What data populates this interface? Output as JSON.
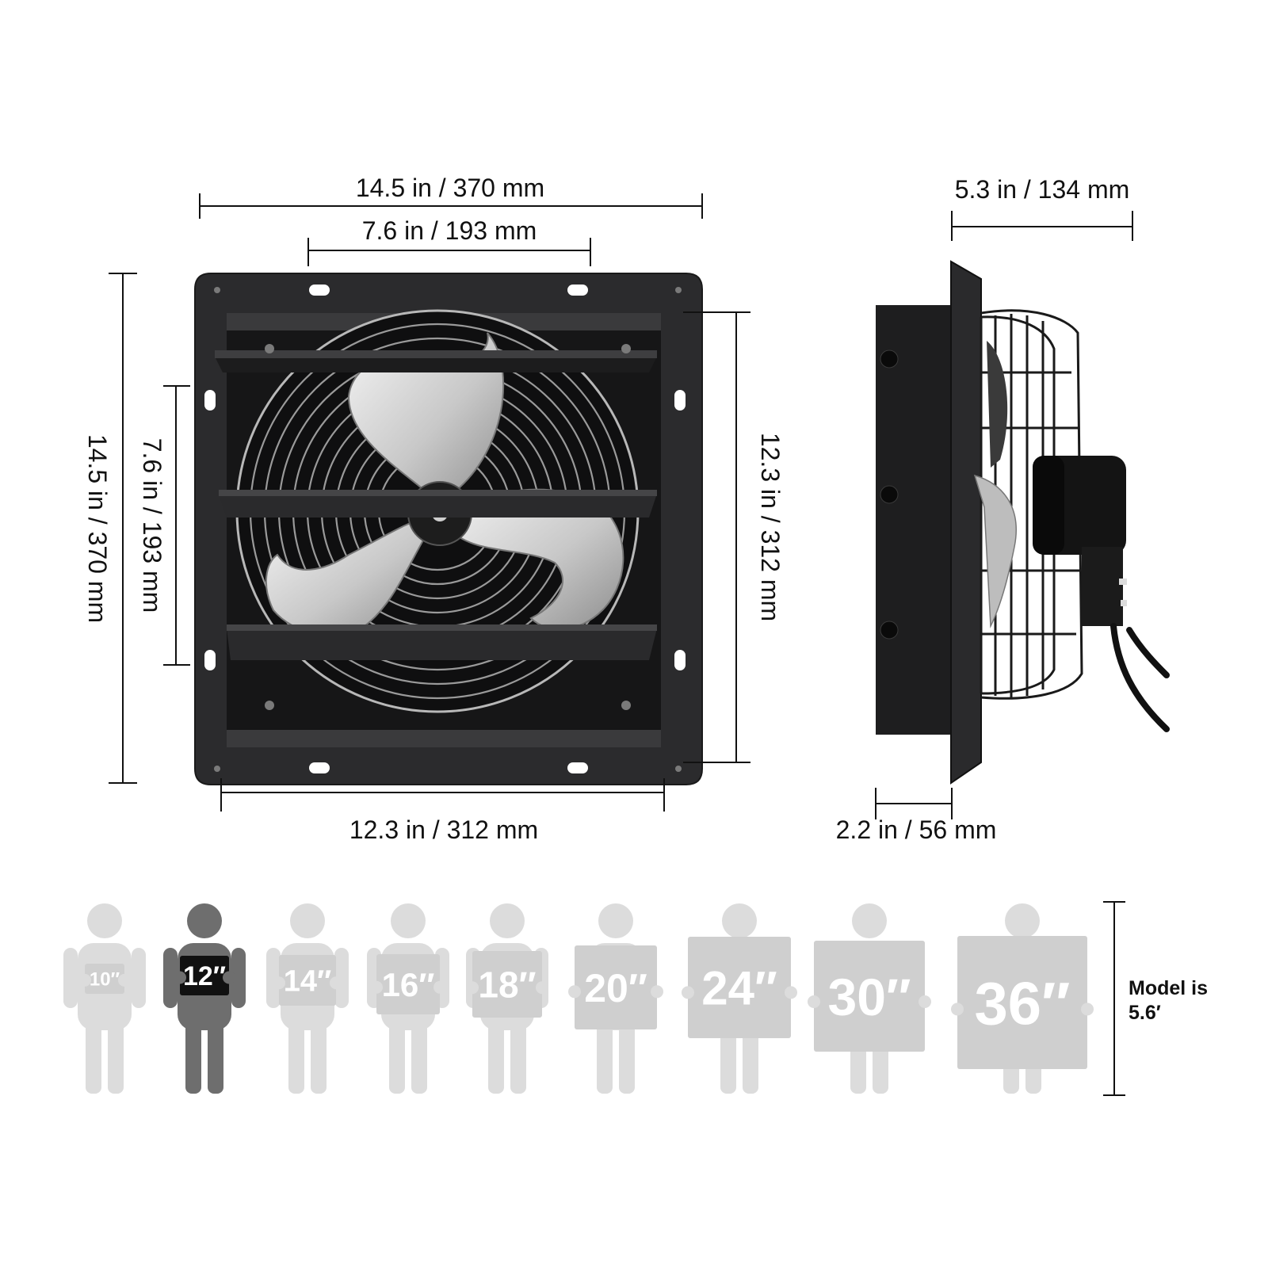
{
  "front_view": {
    "top_width_label": "14.5 in / 370 mm",
    "inner_width_label": "7.6 in / 193 mm",
    "bottom_width_label": "12.3 in / 312 mm",
    "left_height_label": "14.5 in / 370 mm",
    "inner_height_label": "7.6 in / 193 mm",
    "right_height_label": "12.3 in / 312 mm"
  },
  "side_view": {
    "depth_label": "5.3 in / 134 mm",
    "frame_depth_label": "2.2 in / 56 mm"
  },
  "size_chart": {
    "sizes": [
      "10″",
      "12″",
      "14″",
      "16″",
      "18″",
      "20″",
      "24″",
      "30″",
      "36″"
    ],
    "highlighted_index": 1,
    "model_note_line1": "Model is",
    "model_note_line2": "5.6′"
  },
  "colors": {
    "frame": "#2b2b2d",
    "dimension_line": "#111111",
    "figure_inactive": "#dcdcdc",
    "figure_active": "#6e6e6e",
    "board_active": "#111111"
  }
}
